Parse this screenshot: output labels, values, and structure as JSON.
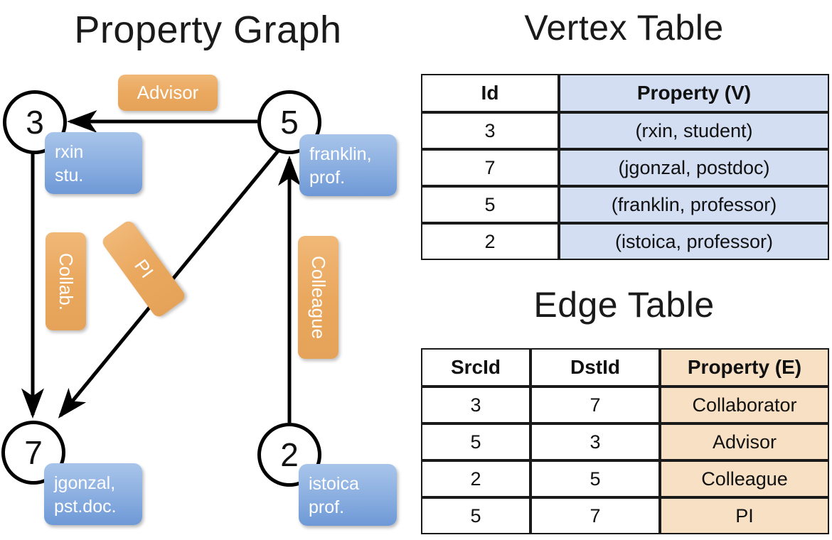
{
  "titles": {
    "property_graph": "Property Graph",
    "vertex_table": "Vertex Table",
    "edge_table": "Edge Table"
  },
  "colors": {
    "vertex_property_fill": "#d3def2",
    "edge_property_fill": "#f7e0c4",
    "vertex_box_fill": "#8fb2e2",
    "edge_label_fill": "#eaa85f",
    "stroke": "#000000",
    "background": "#ffffff"
  },
  "graph": {
    "nodes": [
      {
        "id": "3",
        "property_line1": "rxin",
        "property_line2": "stu."
      },
      {
        "id": "5",
        "property_line1": "franklin,",
        "property_line2": "prof."
      },
      {
        "id": "7",
        "property_line1": "jgonzal,",
        "property_line2": "pst.doc."
      },
      {
        "id": "2",
        "property_line1": "istoica",
        "property_line2": "prof."
      }
    ],
    "edge_labels": [
      {
        "text": "Advisor",
        "from": "5",
        "to": "3"
      },
      {
        "text": "Collab.",
        "from": "3",
        "to": "7"
      },
      {
        "text": "PI",
        "from": "5",
        "to": "7"
      },
      {
        "text": "Colleague",
        "from": "2",
        "to": "5"
      }
    ]
  },
  "vertex_table": {
    "headers": [
      "Id",
      "Property (V)"
    ],
    "rows": [
      {
        "id": "3",
        "property": "(rxin, student)"
      },
      {
        "id": "7",
        "property": "(jgonzal, postdoc)"
      },
      {
        "id": "5",
        "property": "(franklin, professor)"
      },
      {
        "id": "2",
        "property": "(istoica, professor)"
      }
    ]
  },
  "edge_table": {
    "headers": [
      "SrcId",
      "DstId",
      "Property (E)"
    ],
    "rows": [
      {
        "src": "3",
        "dst": "7",
        "property": "Collaborator"
      },
      {
        "src": "5",
        "dst": "3",
        "property": "Advisor"
      },
      {
        "src": "2",
        "dst": "5",
        "property": "Colleague"
      },
      {
        "src": "5",
        "dst": "7",
        "property": "PI"
      }
    ]
  }
}
